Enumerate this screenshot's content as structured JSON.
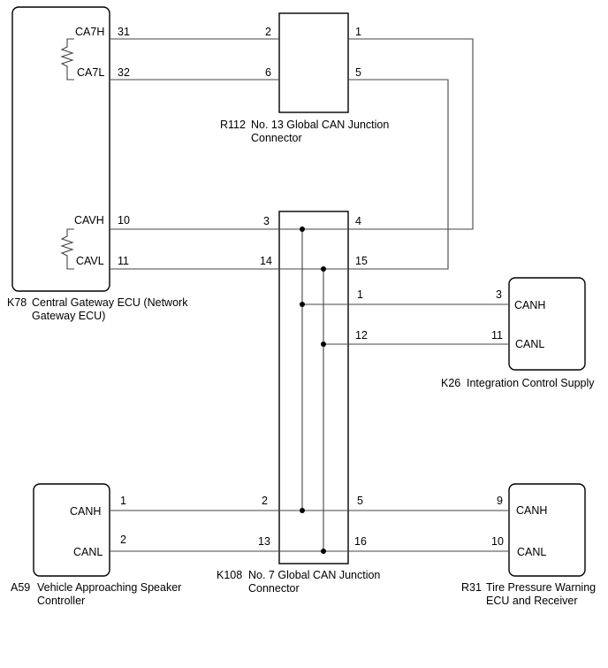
{
  "components": {
    "k78": {
      "code": "K78",
      "name_line1": "Central Gateway ECU (Network",
      "name_line2": "Gateway ECU)",
      "pins": {
        "ca7h": "CA7H",
        "ca7l": "CA7L",
        "cavh": "CAVH",
        "cavl": "CAVL",
        "n31": "31",
        "n32": "32",
        "n10": "10",
        "n11": "11"
      }
    },
    "r112": {
      "code": "R112",
      "name_line1": "No. 13 Global CAN Junction",
      "name_line2": "Connector",
      "pins": {
        "n2": "2",
        "n6": "6",
        "n1": "1",
        "n5": "5"
      }
    },
    "k108": {
      "code": "K108",
      "name_line1": "No. 7 Global CAN Junction",
      "name_line2": "Connector",
      "pins": {
        "n3": "3",
        "n14": "14",
        "n4": "4",
        "n15": "15",
        "n1": "1",
        "n12": "12",
        "n2": "2",
        "n13": "13",
        "n5": "5",
        "n16": "16"
      }
    },
    "k26": {
      "code": "K26",
      "name_line1": "Integration Control Supply",
      "pins": {
        "canh": "CANH",
        "canl": "CANL",
        "n3": "3",
        "n11": "11"
      }
    },
    "a59": {
      "code": "A59",
      "name_line1": "Vehicle Approaching Speaker",
      "name_line2": "Controller",
      "pins": {
        "canh": "CANH",
        "canl": "CANL",
        "n1": "1",
        "n2": "2"
      }
    },
    "r31": {
      "code": "R31",
      "name_line1": "Tire Pressure Warning",
      "name_line2": "ECU and Receiver",
      "pins": {
        "canh": "CANH",
        "canl": "CANL",
        "n9": "9",
        "n10": "10"
      }
    }
  }
}
